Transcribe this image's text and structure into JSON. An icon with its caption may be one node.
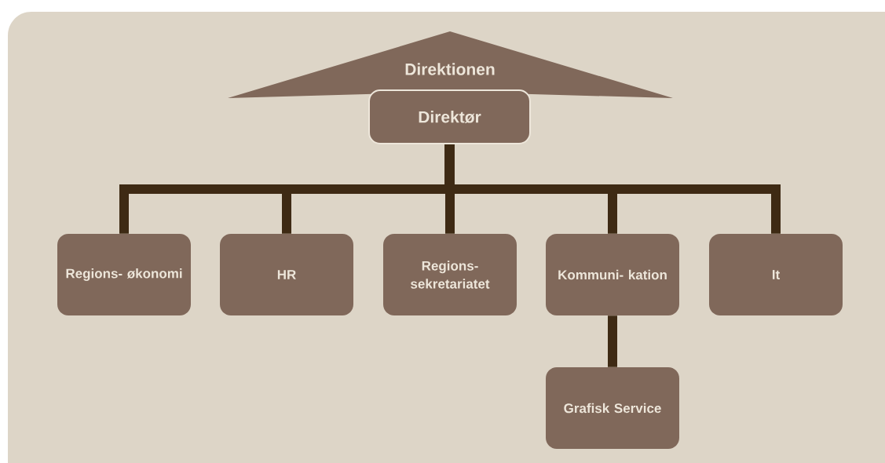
{
  "diagram": {
    "nodes": [
      {
        "text": [
          "Direktionen"
        ]
      },
      {
        "text": [
          "Direktør"
        ]
      },
      {
        "text": [
          "Regions- økonomi"
        ]
      },
      {
        "text": [
          "HR"
        ]
      },
      {
        "text": [
          "Regions- sekretariatet"
        ]
      },
      {
        "text": [
          "Kommuni- kation"
        ]
      },
      {
        "text": [
          "It"
        ]
      },
      {
        "text": [
          "Grafisk Service"
        ]
      }
    ],
    "edges": [
      {
        "from": 1,
        "to": 2,
        "arrow": "none"
      },
      {
        "from": 1,
        "to": 3,
        "arrow": "none"
      },
      {
        "from": 1,
        "to": 4,
        "arrow": "none"
      },
      {
        "from": 1,
        "to": 5,
        "arrow": "none"
      },
      {
        "from": 1,
        "to": 6,
        "arrow": "none"
      },
      {
        "from": 5,
        "to": 7,
        "arrow": "none"
      }
    ]
  }
}
